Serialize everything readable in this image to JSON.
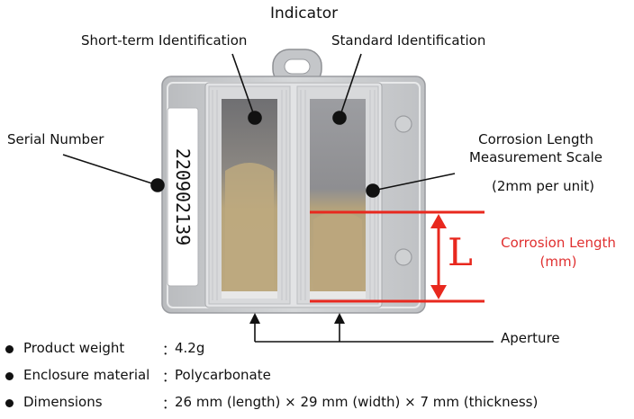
{
  "labels": {
    "indicator": "Indicator",
    "short_term": "Short-term Identification",
    "standard": "Standard Identification",
    "serial_number": "Serial Number",
    "scale_line1": "Corrosion Length",
    "scale_line2": "Measurement Scale",
    "scale_unit": "(2mm per unit)",
    "corrosion_line1": "Corrosion Length",
    "corrosion_line2": "(mm)",
    "aperture": "Aperture",
    "length_symbol": "L"
  },
  "device": {
    "serial": "220902139"
  },
  "specs": [
    {
      "key": "Product weight",
      "colon": "：",
      "value": "4.2g"
    },
    {
      "key": "Enclosure material",
      "colon": "：",
      "value": "Polycarbonate"
    },
    {
      "key": "Dimensions",
      "colon": "：",
      "value": "26 mm (length) × 29 mm (width) × 7 mm (thickness)"
    }
  ],
  "colors": {
    "accent_red": "#e8281e",
    "body_gray": "#c9cbce",
    "corroded_tan": "#b8a57c"
  }
}
